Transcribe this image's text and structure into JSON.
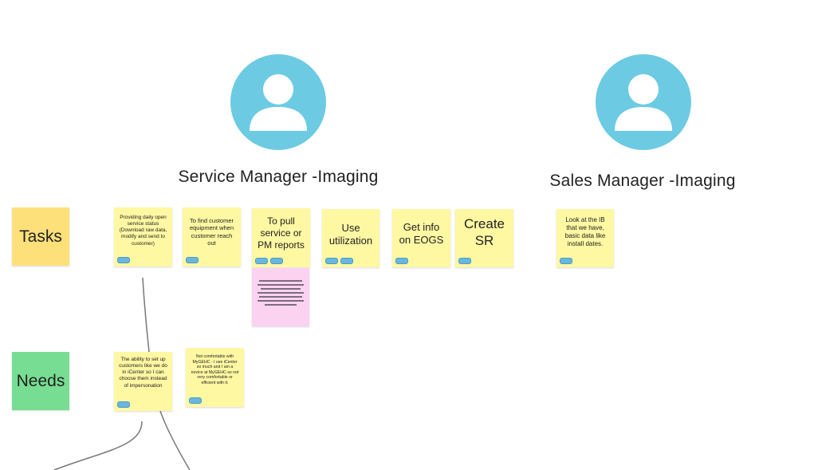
{
  "personas": [
    {
      "title": "Service Manager -Imaging",
      "icon": "user-avatar-icon"
    },
    {
      "title": "Sales Manager -Imaging",
      "icon": "user-avatar-icon"
    }
  ],
  "row_labels": {
    "tasks": "Tasks",
    "needs": "Needs"
  },
  "tasks": [
    "Providing daily open service status (Download raw data, modify and send to customer)",
    "To find customer equipment when customer reach out",
    "To pull service or PM reports",
    "Use utilization",
    "Get info on EOGS",
    "Create SR"
  ],
  "sales_tasks": [
    "Look at the IB that we have, basic data like install dates."
  ],
  "needs": [
    "The ability to set up customers like we do in iCenter so I can choose them instead of impersonation",
    "Not comfortable with MyGEHC - I use iCenter so much and I am a novice at MyGEHC so not very comfortable or efficient with it."
  ],
  "colors": {
    "sticky_yellow": "#fff8a3",
    "sticky_pink": "#fbd3f1",
    "tasks_label": "#fde07a",
    "needs_label": "#77dd92",
    "avatar": "#6ccbe3",
    "tag": "#6bb6dd"
  }
}
